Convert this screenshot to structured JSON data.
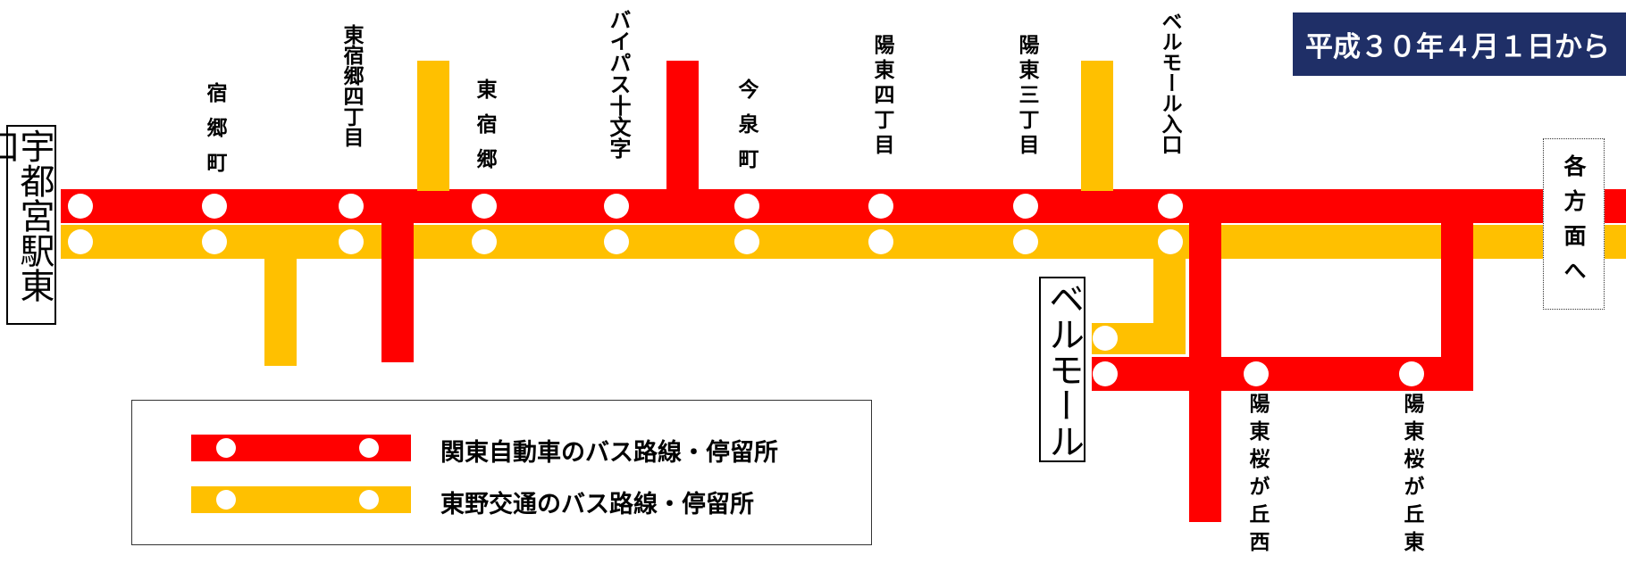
{
  "banner": {
    "text": "平成３０年４月１日から"
  },
  "colors": {
    "kanto_red": "#ff0000",
    "tono_yellow": "#ffc000",
    "banner_navy": "#1f2f67"
  },
  "terminus_west": "宇都宮駅東口",
  "belle_mall_stop": "ベルモール",
  "directions_box": "各方面へ",
  "stops_top": [
    "宿郷町",
    "東宿郷四丁目",
    "東宿郷",
    "バイパス十文字",
    "今泉町",
    "陽東四丁目",
    "陽東三丁目",
    "ベルモール入口"
  ],
  "stops_bottom": [
    "陽東桜が丘西",
    "陽東桜が丘東"
  ],
  "legend": {
    "kanto": "関東自動車のバス路線・停留所",
    "tono": "東野交通のバス路線・停留所"
  }
}
